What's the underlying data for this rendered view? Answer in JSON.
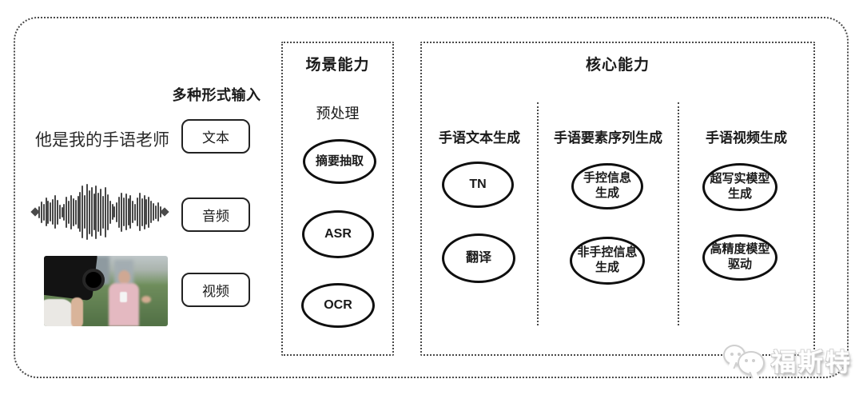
{
  "input": {
    "label": "多种形式输入",
    "sample_text": "他是我的手语老师",
    "text_box": "文本",
    "audio_box": "音频",
    "video_box": "视频"
  },
  "scene": {
    "title": "场景能力",
    "subtitle": "预处理",
    "nodes": [
      "摘要抽取",
      "ASR",
      "OCR"
    ]
  },
  "core": {
    "title": "核心能力",
    "columns": [
      {
        "heading": "手语文本生成",
        "nodes": [
          "TN",
          "翻译"
        ]
      },
      {
        "heading": "手语要素序列生成",
        "nodes": [
          "手控信息\n生成",
          "非手控信息\n生成"
        ]
      },
      {
        "heading": "手语视频生成",
        "nodes": [
          "超写实模型\n生成",
          "高精度模型\n驱动"
        ]
      }
    ]
  },
  "watermark": {
    "text": "福斯特"
  },
  "waveform": {
    "heights": [
      0.22,
      0.38,
      0.3,
      0.52,
      0.42,
      0.34,
      0.46,
      0.6,
      0.44,
      0.26,
      0.18,
      0.3,
      0.55,
      0.42,
      0.62,
      0.5,
      0.44,
      0.58,
      0.72,
      0.94,
      0.6,
      1.0,
      0.78,
      0.88,
      0.66,
      0.96,
      0.7,
      0.84,
      0.58,
      0.9,
      0.64,
      0.42,
      0.28,
      0.2,
      0.36,
      0.56,
      0.7,
      0.52,
      0.66,
      0.48,
      0.6,
      0.4,
      0.3,
      0.52,
      0.68,
      0.5,
      0.62,
      0.46,
      0.56,
      0.4,
      0.32,
      0.24,
      0.34,
      0.2
    ]
  }
}
